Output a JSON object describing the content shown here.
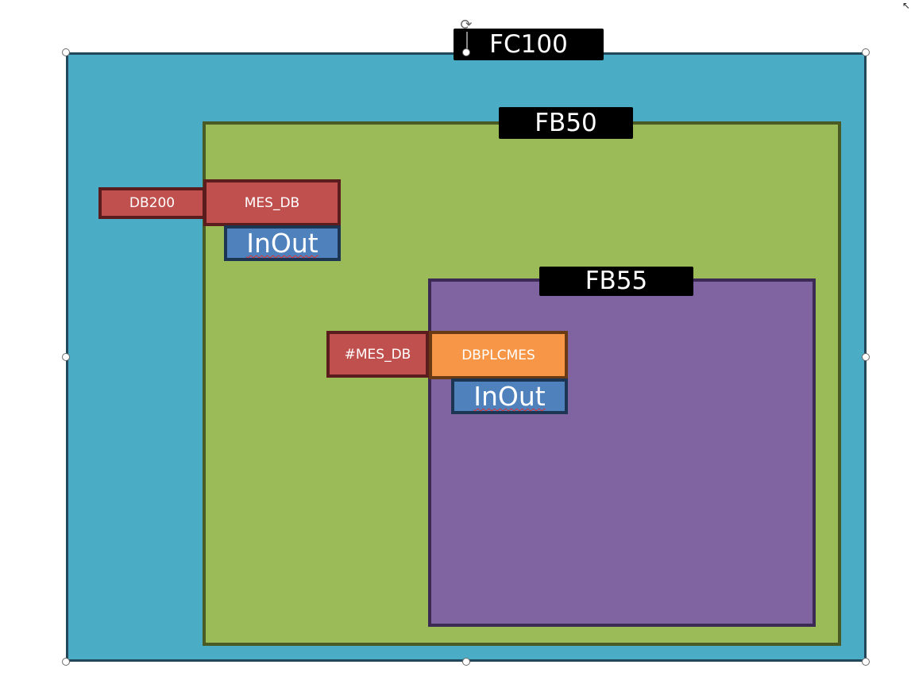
{
  "diagram": {
    "fc100": {
      "label": "FC100",
      "color": "#4bacc6"
    },
    "fb50": {
      "label": "FB50",
      "color": "#9bbb59"
    },
    "fb55": {
      "label": "FB55",
      "color": "#8064a2"
    },
    "blocks": {
      "db200": "DB200",
      "mes_db": "MES_DB",
      "inout1": "InOut",
      "mes_db_ref": "#MES_DB",
      "dbplcmes": "DBPLCMES",
      "inout2": "InOut"
    },
    "colors": {
      "db_red": "#c0504d",
      "dbplcmes_orange": "#f79646",
      "inout_blue": "#4f81bd"
    }
  }
}
